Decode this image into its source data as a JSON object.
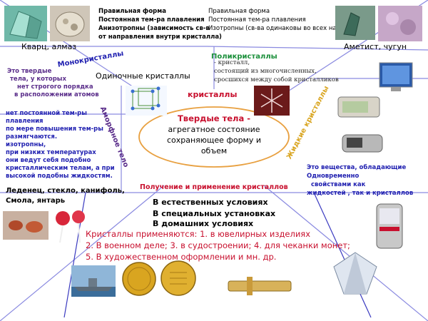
{
  "center": {
    "title": "Твердые тела -",
    "subtitle_lines": [
      "агрегатное состояние",
      "сохраняющее форму и",
      "объем"
    ]
  },
  "branches": {
    "crystals": "кристаллы",
    "mono": "Монокристаллы",
    "poly": "Поликристаллы",
    "amorphous": "Аморфное тело",
    "liquid": "Жидкие кристаллы",
    "production": "Получение и применение кристаллов"
  },
  "top_left": {
    "caption": "Кварц, алмаз",
    "lines": [
      "Правильная форма",
      "Постоянная тем-ра плавления",
      "Анизотропны (зависимость св-в",
      "от направления внутри кристалла)"
    ]
  },
  "top_right": {
    "caption": "Аметист, чугун",
    "lines": [
      "Правильная форма",
      "Постоянная тем-ра плавления",
      "Изотропны (св-ва одинаковы во всех направл)"
    ]
  },
  "mono_desc": "Одиночные кристаллы",
  "poly_desc": [
    "- кристалл,",
    "состоящий из многочисленных,",
    "сросшихся между собой кристалликов"
  ],
  "amorph_desc_top": [
    "Это твердые",
    "тела, у которых",
    "нет строгого порядка",
    "в расположении атомов"
  ],
  "amorph_desc_main": [
    "нет постоянной тем-ры",
    "плавления",
    "по мере повышения тем-ры",
    "размягчаются.",
    "изотропны,",
    "при низких температурах",
    "они ведут себя подобно",
    "кристаллическим телам, а при",
    "высокой подобны жидкостям."
  ],
  "amorph_examples": [
    "Леденец, стекло, канифоль,",
    "Смола, янтарь"
  ],
  "liquid_desc": [
    "Это вещества, обладающие",
    "Одновременно",
    "свойствами как",
    "жидкостей , так и кристаллов"
  ],
  "production_list": [
    "В естественных условиях",
    "В специальных установках",
    "В домашних условиях"
  ],
  "applications": [
    "Кристаллы применяются: 1. в ювелирных изделиях",
    "2. В военном деле; 3. в судостроении; 4. для чеканки монет;",
    "5. В художественном оформлении и мн. др."
  ],
  "colors": {
    "red": "#c8102e",
    "blue": "#1f1fb0",
    "purple": "#5a2d8a",
    "green": "#1a8f3a",
    "gold": "#d9a520",
    "ellipse": "#e8a040",
    "lines": "#8a8ae0"
  }
}
